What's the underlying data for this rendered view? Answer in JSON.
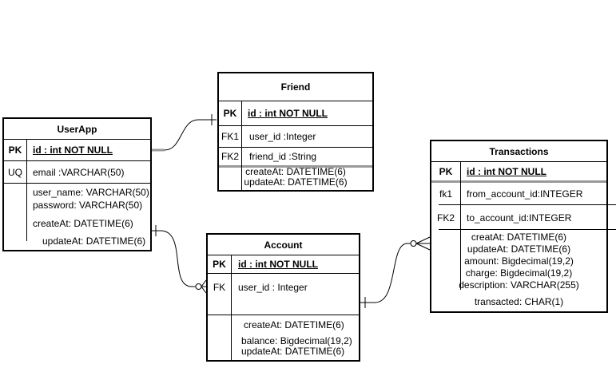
{
  "colors": {
    "stroke": "#000000",
    "gray_line": "#999999",
    "background": "#ffffff"
  },
  "tables": [
    {
      "name": "UserApp",
      "key_rows": [
        {
          "label": "PK",
          "text": "id : int NOT NULL"
        },
        {
          "label": "UQ",
          "text": "email :VARCHAR(50)"
        }
      ],
      "attributes": [
        "user_name: VARCHAR(50)",
        "password: VARCHAR(50)",
        "createAt: DATETIME(6)",
        "updateAt: DATETIME(6)"
      ]
    },
    {
      "name": "Friend",
      "key_rows": [
        {
          "label": "PK",
          "text": "id : int NOT NULL"
        },
        {
          "label": "FK1",
          "text": "user_id :Integer"
        },
        {
          "label": "FK2",
          "text": "friend_id :String"
        }
      ],
      "attributes": [
        "createAt: DATETIME(6)",
        "updateAt: DATETIME(6)"
      ]
    },
    {
      "name": "Account",
      "key_rows": [
        {
          "label": "PK",
          "text": "id : int NOT NULL"
        },
        {
          "label": "FK",
          "text": "user_id : Integer"
        }
      ],
      "attributes": [
        "createAt: DATETIME(6)",
        "balance: Bigdecimal(19,2)",
        "updateAt: DATETIME(6)"
      ]
    },
    {
      "name": "Transactions",
      "key_rows": [
        {
          "label": "PK",
          "text": "id : int NOT NULL"
        },
        {
          "label": "fk1",
          "text": "from_account_id:INTEGER"
        },
        {
          "label": "FK2",
          "text": "to_account_id:INTEGER"
        }
      ],
      "attributes": [
        "creatAt: DATETIME(6)",
        "updateAt: DATETIME(6)",
        "amount: Bigdecimal(19,2)",
        "charge: Bigdecimal(19,2)",
        "description: VARCHAR(255)",
        "transacted: CHAR(1)"
      ]
    }
  ],
  "relationships": [
    {
      "from": "UserApp",
      "to": "Friend",
      "from_marker": "none",
      "to_marker": "one"
    },
    {
      "from": "UserApp",
      "to": "Account",
      "from_marker": "one",
      "to_marker": "zero-or-many"
    },
    {
      "from": "Account",
      "to": "Transactions",
      "from_marker": "one",
      "to_marker": "zero-or-many"
    }
  ]
}
